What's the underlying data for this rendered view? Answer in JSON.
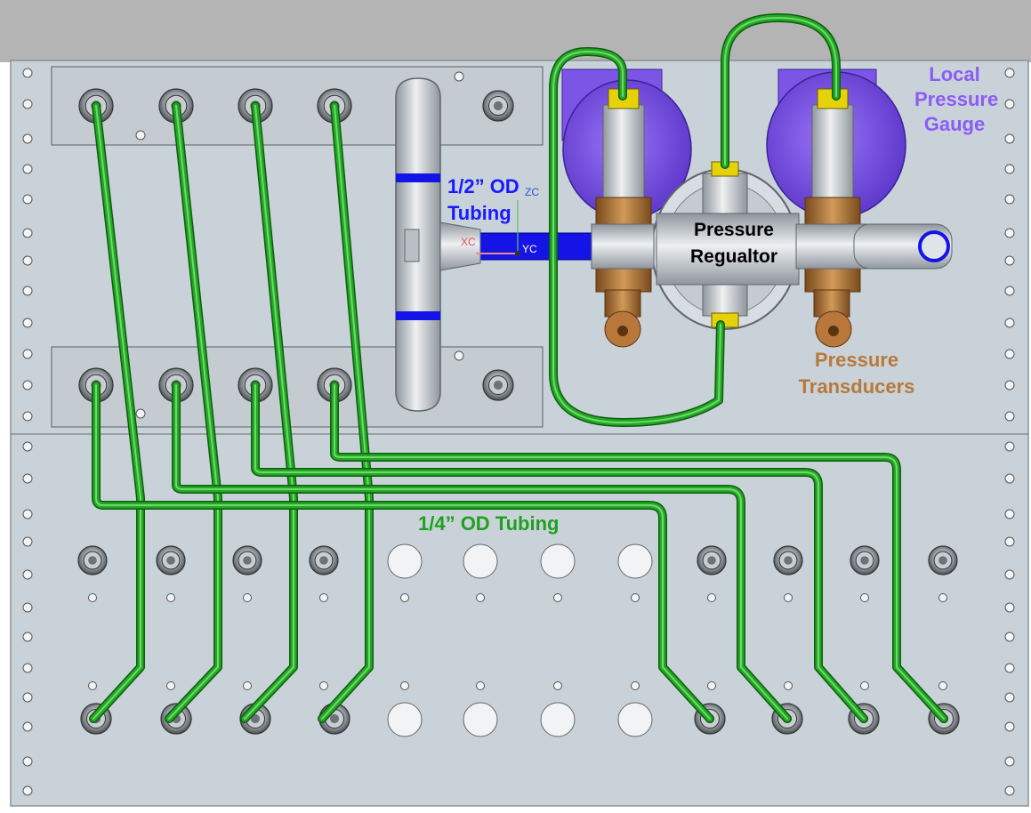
{
  "labels": {
    "gauge_line1": "Local",
    "gauge_line2": "Pressure",
    "gauge_line3": "Gauge",
    "od_half_line1": "1/2” OD",
    "od_half_line2": "Tubing",
    "regulator_line1": "Pressure",
    "regulator_line2": "Regualtor",
    "transducer_line1": "Pressure",
    "transducer_line2": "Transducers",
    "od_quarter": "1/4” OD Tubing"
  },
  "axis": {
    "xc": "XC",
    "yc": "YC",
    "zc": "ZC"
  },
  "colors": {
    "background": "#ffffff",
    "header_band": "#b4b4b4",
    "panel": "#c9d2d9",
    "tube_green": "#1f9a1f",
    "tube_blue": "#1414e6",
    "gauge_purple": "#8B5CF6",
    "transducer_brass": "#b7793a",
    "fitting_yellow": "#e6d20a"
  }
}
